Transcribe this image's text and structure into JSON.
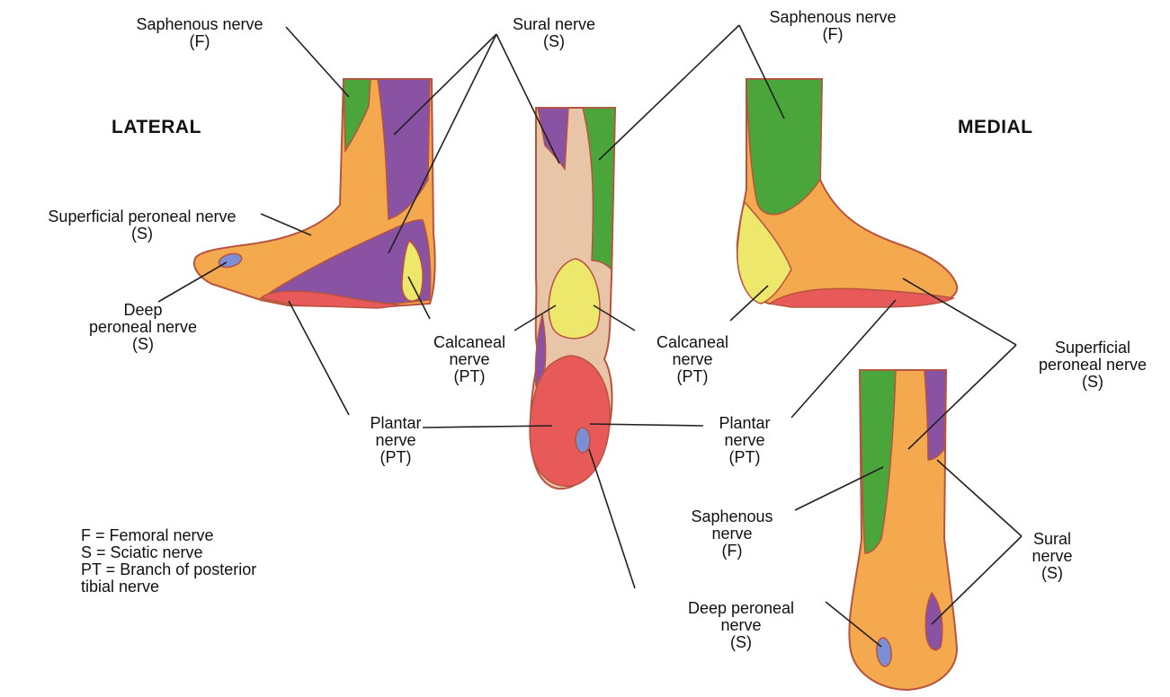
{
  "colors": {
    "femoral": "#4aa53a",
    "sciatic_purple": "#8a52a3",
    "sciatic_orange": "#f4a94e",
    "calcaneal": "#ede76c",
    "plantar": "#e85a5a",
    "deep_peroneal": "#7c8fd4",
    "skin_border": "#e9c5a8",
    "outline": "#b8533f",
    "leader": "#222222"
  },
  "headings": {
    "lateral": "LATERAL",
    "medial": "MEDIAL"
  },
  "labels": {
    "saphenous_top_left": [
      "Saphenous nerve",
      "(F)"
    ],
    "sural_top": [
      "Sural nerve",
      "(S)"
    ],
    "saphenous_top_right": [
      "Saphenous nerve",
      "(F)"
    ],
    "superficial_peroneal_left": [
      "Superficial peroneal nerve",
      "(S)"
    ],
    "deep_peroneal_left": [
      "Deep",
      "peroneal nerve",
      "(S)"
    ],
    "calcaneal_left": [
      "Calcaneal",
      "nerve",
      "(PT)"
    ],
    "calcaneal_right": [
      "Calcaneal",
      "nerve",
      "(PT)"
    ],
    "plantar_left": [
      "Plantar",
      "nerve",
      "(PT)"
    ],
    "plantar_right": [
      "Plantar",
      "nerve",
      "(PT)"
    ],
    "superficial_peroneal_right": [
      "Superficial",
      "peroneal nerve",
      "(S)"
    ],
    "saphenous_bottom": [
      "Saphenous",
      "nerve",
      "(F)"
    ],
    "sural_bottom": [
      "Sural",
      "nerve",
      "(S)"
    ],
    "deep_peroneal_bottom": [
      "Deep peroneal",
      "nerve",
      "(S)"
    ]
  },
  "legend": [
    "F = Femoral nerve",
    "S = Sciatic nerve",
    "PT = Branch of posterior",
    "tibial nerve"
  ]
}
